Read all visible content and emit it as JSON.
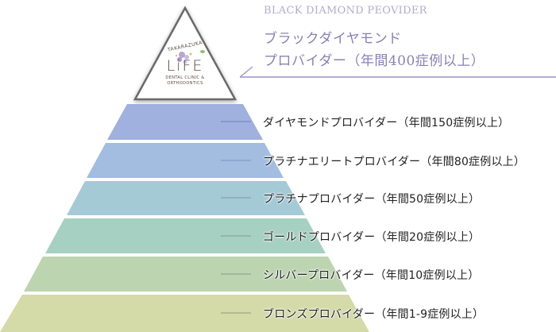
{
  "top_tier": {
    "english_label": "BLACK DIAMOND PEOVIDER",
    "japanese_line1": "ブラックダイヤモンド",
    "japanese_line2": "プロバイダー（年間400症例以上）",
    "accent_color": "#8a80b8"
  },
  "logo": {
    "arc_text": "TAKARAZUKA",
    "main_text": "LiFE",
    "sub_line1": "DENTAL CLINIC &",
    "sub_line2": "ORTHODONTICS"
  },
  "tiers": [
    {
      "label": "ダイヤモンドプロバイダー（年間150症例以上）",
      "color": "#a0b0df",
      "line_color": "#8090c8"
    },
    {
      "label": "プラチナエリートプロバイダー（年間80症例以上）",
      "color": "#a2bde0",
      "line_color": "#8aa2c8"
    },
    {
      "label": "プラチナプロバイダー（年間50症例以上）",
      "color": "#a4cad6",
      "line_color": "#88aab8"
    },
    {
      "label": "ゴールドプロバイダー（年間20症例以上）",
      "color": "#a6d0c2",
      "line_color": "#88b0a0"
    },
    {
      "label": "シルバープロバイダー（年間10症例以上）",
      "color": "#bcd4b0",
      "line_color": "#9ab090"
    },
    {
      "label": "ブロンズプロバイダー（年間1-9症例以上）",
      "color": "#d4daa8",
      "line_color": "#aab088"
    }
  ]
}
